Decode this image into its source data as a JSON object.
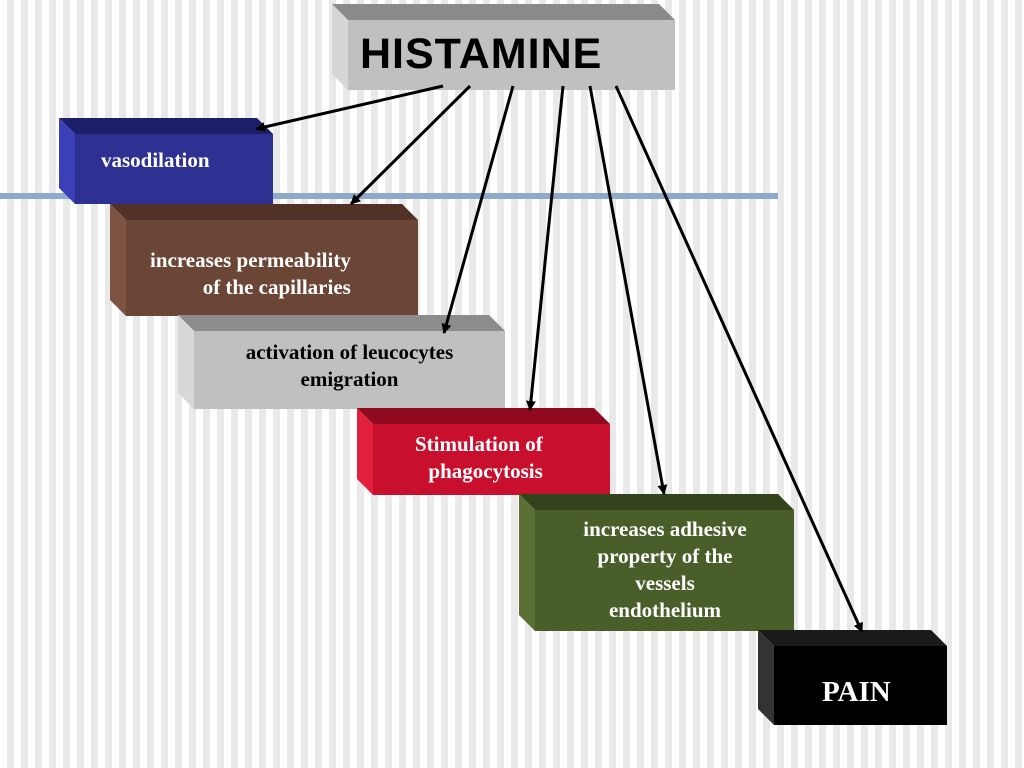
{
  "title": {
    "text": "HISTAMINE"
  },
  "effects": [
    {
      "id": "vasodilation",
      "text": "vasodilation",
      "front": "#2e3192",
      "top": "#1d1f6b",
      "side": "#3c40b8",
      "textColor": "#ffffff"
    },
    {
      "id": "permeability",
      "text": "increases permeability\nof  the capillaries",
      "front": "#6b4535",
      "top": "#523227",
      "side": "#7d5444",
      "textColor": "#ffffff"
    },
    {
      "id": "leucocytes",
      "text": "activation of leucocytes\nemigration",
      "front": "#c0c0c0",
      "top": "#8c8c8c",
      "side": "#d8d8d8",
      "textColor": "#000000"
    },
    {
      "id": "phagocytosis",
      "text": "Stimulation of\nphagocytosis",
      "front": "#c8102e",
      "top": "#8f0a1f",
      "side": "#e0203c",
      "textColor": "#ffffff"
    },
    {
      "id": "adhesive",
      "text": "increases adhesive\nproperty of the\nvessels\nendothelium",
      "front": "#4a5e2a",
      "top": "#33431b",
      "side": "#5a7034",
      "textColor": "#ffffff"
    },
    {
      "id": "pain",
      "text": "PAIN",
      "front": "#000000",
      "top": "#1a1a1a",
      "side": "#333333",
      "textColor": "#ffffff"
    }
  ]
}
